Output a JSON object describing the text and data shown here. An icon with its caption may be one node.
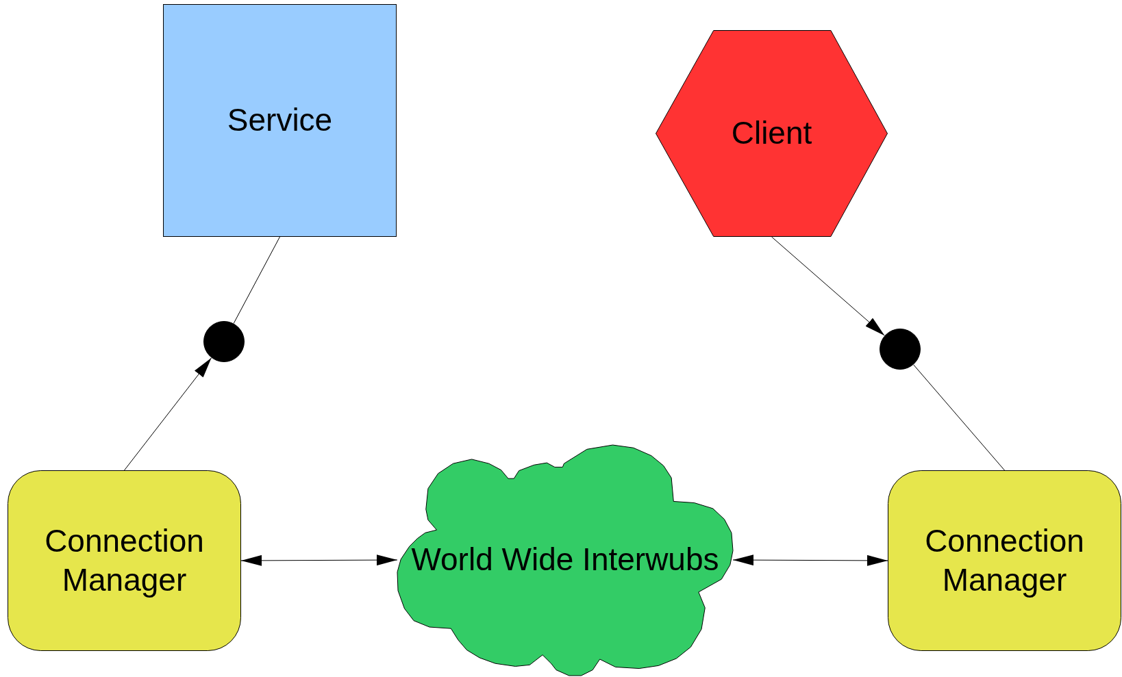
{
  "diagram": {
    "nodes": [
      {
        "text": [
          "Service"
        ]
      },
      {
        "text": [
          "Client"
        ]
      },
      {
        "text": [],
        "shape": "circle"
      },
      {
        "text": [],
        "shape": "circle"
      },
      {
        "text": [
          "Connection Manager"
        ]
      },
      {
        "text": [
          "World Wide Interwubs"
        ]
      },
      {
        "text": [
          "Connection Manager"
        ]
      }
    ],
    "edges": [
      {
        "from": 4,
        "to": 2,
        "arrow": "to"
      },
      {
        "from": 0,
        "to": 2,
        "arrow": "none"
      },
      {
        "from": 1,
        "to": 3,
        "arrow": "to"
      },
      {
        "from": 3,
        "to": 6,
        "arrow": "none"
      },
      {
        "from": 4,
        "to": 5,
        "arrow": "both"
      },
      {
        "from": 5,
        "to": 6,
        "arrow": "both"
      }
    ]
  }
}
